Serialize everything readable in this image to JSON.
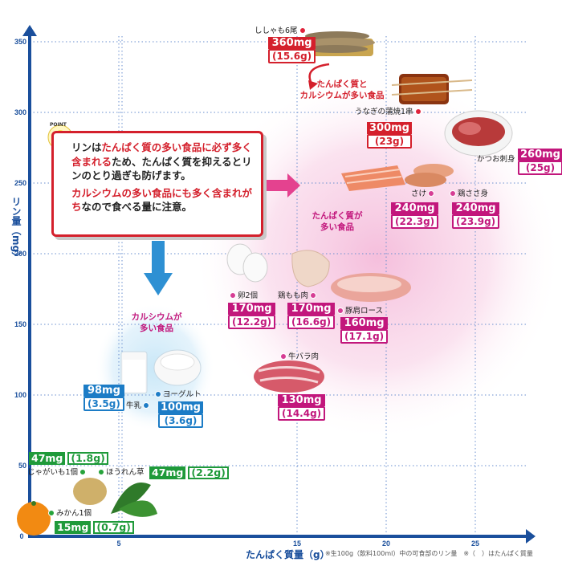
{
  "chart_data": {
    "type": "scatter",
    "title": "",
    "xlabel": "たんぱく質量（g）",
    "ylabel": "リン量（mg）",
    "xlim": [
      0,
      28
    ],
    "ylim": [
      0,
      350
    ],
    "x_ticks": [
      "0",
      "5",
      "15",
      "20",
      "25"
    ],
    "y_ticks": [
      "50",
      "100",
      "150",
      "200",
      "250",
      "300",
      "350"
    ],
    "grid": true,
    "note": "※生100g（飲料100ml）中の可食部のリン量　※（　）はたんぱく質量",
    "points": [
      {
        "name": "ししゃも6尾",
        "x": 15.6,
        "y": 360,
        "value_label": "360mg",
        "protein_label": "(15.6g)",
        "group": "たんぱく質とカルシウムが多い食品"
      },
      {
        "name": "うなぎの蒲焼1串",
        "x": 23.0,
        "y": 300,
        "value_label": "300mg",
        "protein_label": "(23g)",
        "group": "たんぱく質とカルシウムが多い食品"
      },
      {
        "name": "かつお刺身",
        "x": 25.0,
        "y": 260,
        "value_label": "260mg",
        "protein_label": "(25g)",
        "group": "たんぱく質が多い食品"
      },
      {
        "name": "さけ",
        "x": 22.3,
        "y": 240,
        "value_label": "240mg",
        "protein_label": "(22.3g)",
        "group": "たんぱく質が多い食品"
      },
      {
        "name": "鶏ささ身",
        "x": 23.9,
        "y": 240,
        "value_label": "240mg",
        "protein_label": "(23.9g)",
        "group": "たんぱく質が多い食品"
      },
      {
        "name": "卵2個",
        "x": 12.2,
        "y": 170,
        "value_label": "170mg",
        "protein_label": "(12.2g)",
        "group": "たんぱく質が多い食品"
      },
      {
        "name": "鶏もも肉",
        "x": 16.6,
        "y": 170,
        "value_label": "170mg",
        "protein_label": "(16.6g)",
        "group": "たんぱく質が多い食品"
      },
      {
        "name": "豚肩ロース",
        "x": 17.1,
        "y": 160,
        "value_label": "160mg",
        "protein_label": "(17.1g)",
        "group": "たんぱく質が多い食品"
      },
      {
        "name": "牛バラ肉",
        "x": 14.4,
        "y": 130,
        "value_label": "130mg",
        "protein_label": "(14.4g)",
        "group": "たんぱく質が多い食品"
      },
      {
        "name": "牛乳",
        "x": 3.5,
        "y": 98,
        "value_label": "98mg",
        "protein_label": "(3.5g)",
        "group": "カルシウムが多い食品"
      },
      {
        "name": "ヨーグルト",
        "x": 3.6,
        "y": 100,
        "value_label": "100mg",
        "protein_label": "(3.6g)",
        "group": "カルシウムが多い食品"
      },
      {
        "name": "じゃがいも1個",
        "x": 1.8,
        "y": 47,
        "value_label": "47mg",
        "protein_label": "(1.8g)",
        "group": ""
      },
      {
        "name": "ほうれん草",
        "x": 2.2,
        "y": 47,
        "value_label": "47mg",
        "protein_label": "(2.2g)",
        "group": ""
      },
      {
        "name": "みかん1個",
        "x": 0.7,
        "y": 15,
        "value_label": "15mg",
        "protein_label": "(0.7g)",
        "group": ""
      }
    ]
  },
  "labels": {
    "high_pc_group": [
      "たんぱく質と",
      "カルシウムが多い食品"
    ],
    "high_protein_group": [
      "たんぱく質が",
      "多い食品"
    ],
    "high_calcium_group": [
      "カルシウムが",
      "多い食品"
    ]
  },
  "point_box": {
    "icon_label": "POINT",
    "p1_a": "リンは",
    "p1_b": "たんぱく質の多い食品に必ず多く含まれる",
    "p1_c": "ため、たんぱく質を抑えるとリンのとり過ぎも防げます。",
    "p2_a": "カルシウムの多い食品にも多く含まれがち",
    "p2_b": "なので食べる量に注意。"
  },
  "colors": {
    "axis": "#1a4f9c",
    "red": "#d4202c",
    "pink": "#c2177c",
    "blue": "#1c7cc6",
    "green": "#1f9a3a",
    "high_protein_glow": "#f3b3d6"
  },
  "icons": [
    "lightbulb-icon",
    "arrow-down-icon",
    "arrow-right-icon",
    "curved-arrow-icon"
  ]
}
